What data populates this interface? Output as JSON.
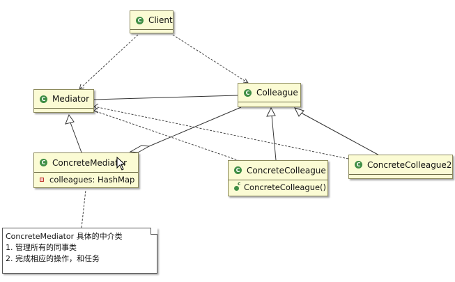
{
  "diagram": {
    "type": "uml-class-diagram",
    "classes": [
      {
        "id": "client",
        "name": "Client",
        "icon": "class-icon"
      },
      {
        "id": "mediator",
        "name": "Mediator",
        "icon": "class-icon"
      },
      {
        "id": "colleague",
        "name": "Colleague",
        "icon": "class-icon"
      },
      {
        "id": "concrete_mediator",
        "name": "ConcreteMediator",
        "icon": "class-icon",
        "attributes": [
          {
            "name": "colleagues: HashMap",
            "visibility": "private"
          }
        ]
      },
      {
        "id": "concrete_colleague",
        "name": "ConcreteColleague",
        "icon": "class-icon",
        "operations": [
          {
            "name": "ConcreteColleague()",
            "kind": "constructor"
          }
        ]
      },
      {
        "id": "concrete_colleague2",
        "name": "ConcreteColleague2",
        "icon": "class-icon"
      }
    ],
    "relations": [
      {
        "from": "client",
        "to": "mediator",
        "kind": "dependency"
      },
      {
        "from": "client",
        "to": "colleague",
        "kind": "dependency"
      },
      {
        "from": "mediator",
        "to": "colleague",
        "kind": "association"
      },
      {
        "from": "concrete_mediator",
        "to": "mediator",
        "kind": "generalization"
      },
      {
        "from": "concrete_colleague",
        "to": "colleague",
        "kind": "generalization"
      },
      {
        "from": "concrete_colleague2",
        "to": "colleague",
        "kind": "generalization"
      },
      {
        "from": "colleague",
        "to": "concrete_mediator",
        "kind": "aggregation"
      },
      {
        "from": "concrete_colleague",
        "to": "mediator",
        "kind": "dependency"
      },
      {
        "from": "concrete_colleague2",
        "to": "mediator",
        "kind": "dependency"
      },
      {
        "from": "note",
        "to": "concrete_mediator",
        "kind": "note-link"
      }
    ],
    "note": {
      "line1": "ConcreteMediator 具体的中介类",
      "line2": "1. 管理所有的同事类",
      "line3": "2. 完成相应的操作，和任务"
    },
    "colors": {
      "class_fill": "#fbfbd4",
      "class_border": "#8c8a5c",
      "class_icon": "#3f8e45",
      "private_icon": "#c0392b"
    }
  }
}
